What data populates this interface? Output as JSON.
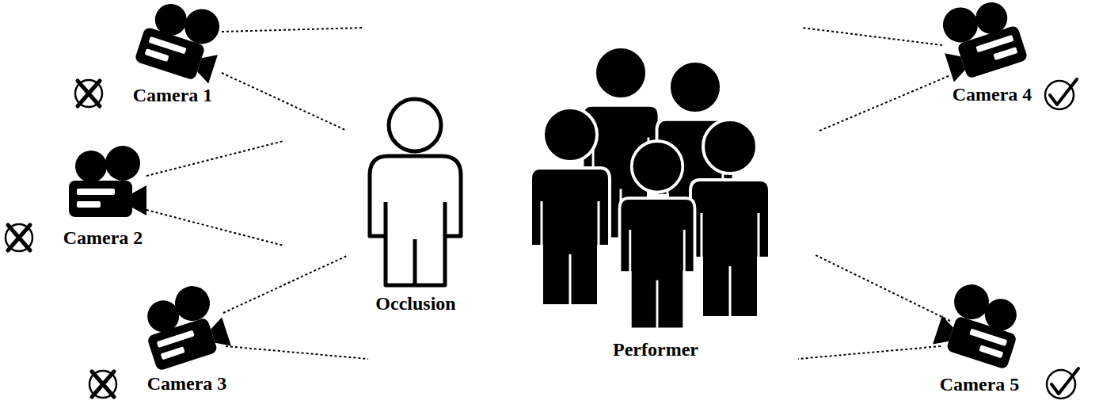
{
  "diagram": {
    "labels": [
      "Camera 1",
      "Camera 2",
      "Camera 3",
      "Occlusion",
      "Performer",
      "Camera 4",
      "Camera 5"
    ]
  }
}
